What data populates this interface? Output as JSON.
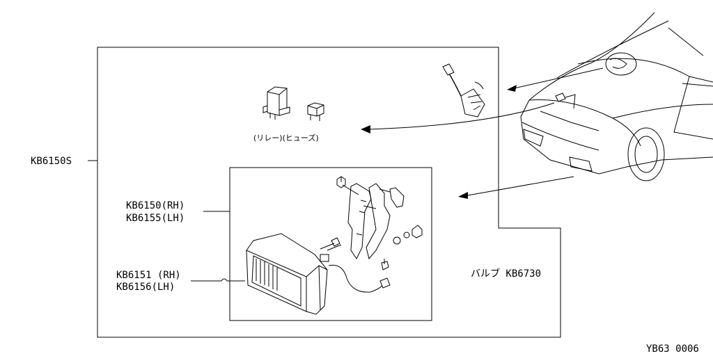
{
  "labels": {
    "kit": "KB6150S",
    "lamp_assy_rh": "KB6150(RH)",
    "lamp_assy_lh": "KB6155(LH)",
    "lamp_rh": "KB6151 (RH)",
    "lamp_lh": "KB6156(LH)",
    "relay_fuse": "(リレー)(ヒューズ)",
    "bulb": "バルブ KB6730",
    "diagram_code": "YB63 0006"
  }
}
